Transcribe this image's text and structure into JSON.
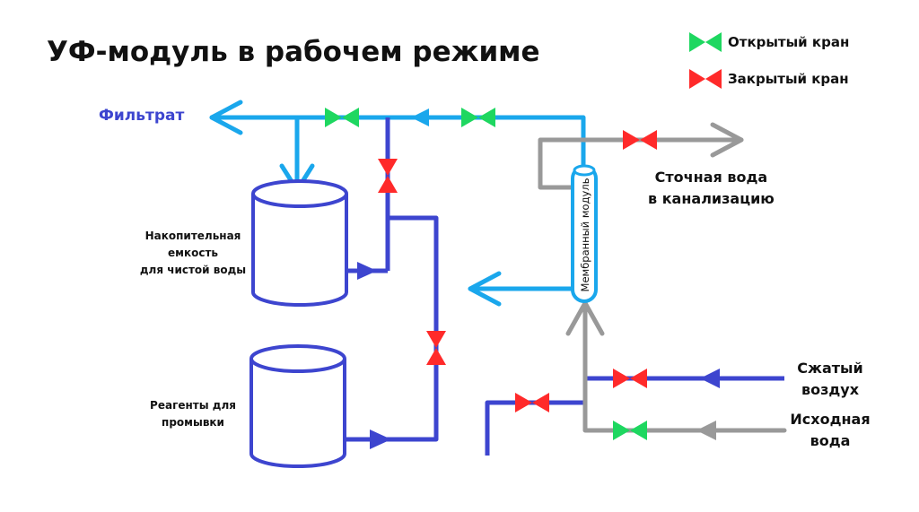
{
  "title": "УФ-модуль в рабочем режиме",
  "legend": {
    "open_valve": "Открытый кран",
    "closed_valve": "Закрытый кран"
  },
  "labels": {
    "filtrat": "Фильтрат",
    "waste_line1": "Сточная вода",
    "waste_line2": "в канализацию",
    "air_line1": "Сжатый",
    "air_line2": "воздух",
    "feed_line1": "Исходная",
    "feed_line2": "вода",
    "storage_line1": "Накопительная",
    "storage_line2": "емкость",
    "storage_line3": "для чистой воды",
    "reagents_line1": "Реагенты для",
    "reagents_line2": "промывки",
    "module": "Мембранный модуль"
  },
  "colors": {
    "filtrate": "#1aa7ec",
    "chemical": "#3d45cf",
    "water": "#999999",
    "valve_open": "#1ed760",
    "valve_closed": "#ff2a2a",
    "label_accent": "#3d45cf"
  }
}
